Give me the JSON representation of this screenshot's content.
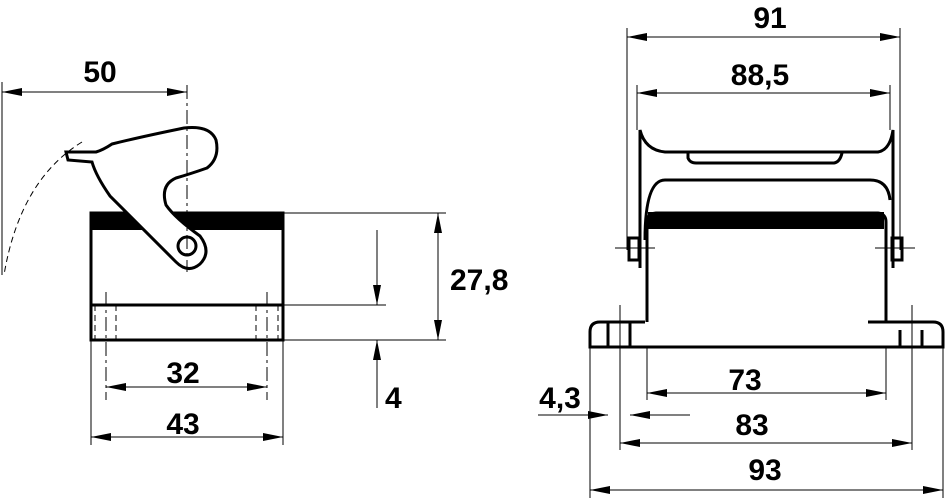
{
  "drawing": {
    "side_view": {
      "dimensions": {
        "lever_reach": "50",
        "height": "27,8",
        "base_thickness": "4",
        "hole_spacing": "32",
        "width": "43"
      }
    },
    "front_view": {
      "dimensions": {
        "overall_width": "91",
        "handle_width": "88,5",
        "body_width": "73",
        "hole_diameter": "4,3",
        "hole_spacing": "83",
        "flange_width": "93"
      }
    }
  }
}
